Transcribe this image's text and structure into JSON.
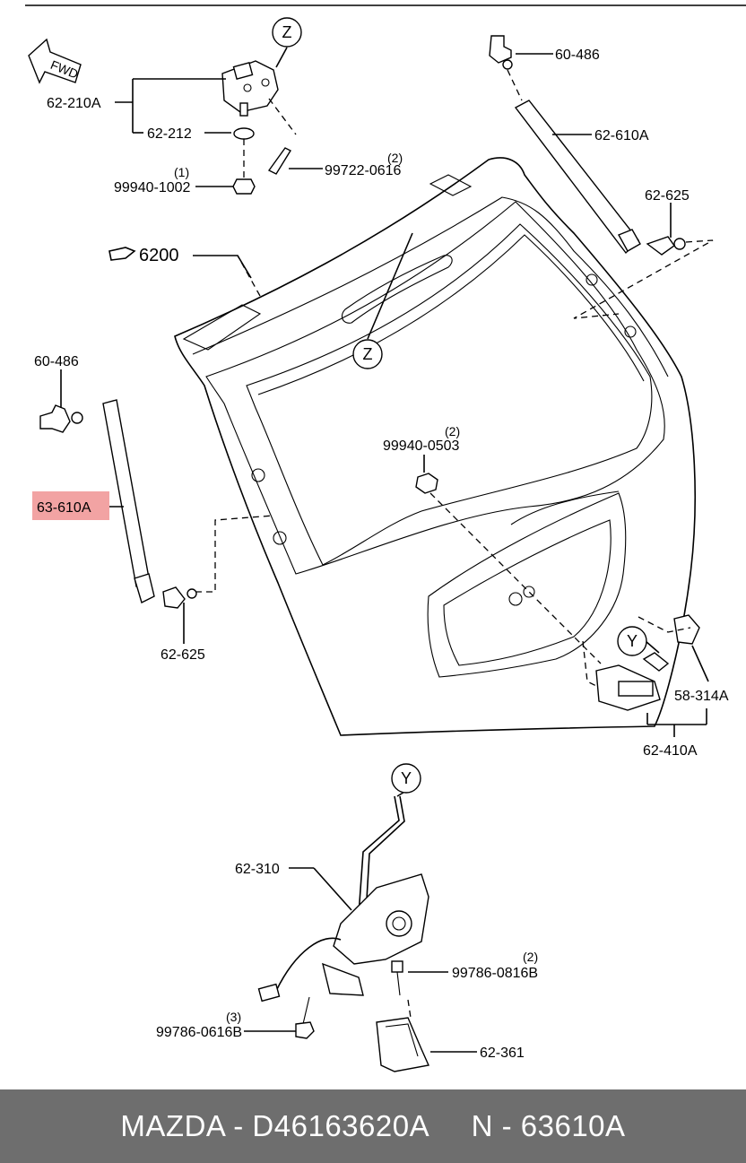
{
  "diagram": {
    "fwd_label": "FWD",
    "ref_label": "6200",
    "callouts": {
      "z_top": "Z",
      "z_window": "Z",
      "y_latch": "Y",
      "y_lock": "Y"
    },
    "parts": {
      "p62_210A": "62-210A",
      "p62_212": "62-212",
      "p99940_1002": "99940-1002",
      "p99940_1002_qty": "(1)",
      "p99722_0616": "99722-0616",
      "p99722_0616_qty": "(2)",
      "p60_486_right": "60-486",
      "p62_610A": "62-610A",
      "p62_625_right": "62-625",
      "p60_486_left": "60-486",
      "p63_610A": "63-610A",
      "p62_625_left": "62-625",
      "p99940_0503": "99940-0503",
      "p99940_0503_qty": "(2)",
      "p58_314A": "58-314A",
      "p62_410A": "62-410A",
      "p62_310": "62-310",
      "p99786_0816B": "99786-0816B",
      "p99786_0816B_qty": "(2)",
      "p99786_0616B": "99786-0616B",
      "p99786_0616B_qty": "(3)",
      "p62_361": "62-361"
    },
    "highlight_color": "#f2a3a3"
  },
  "footer": {
    "text": "MAZDA - D46163620A     N - 63610A",
    "background": "#6e6e6e"
  }
}
